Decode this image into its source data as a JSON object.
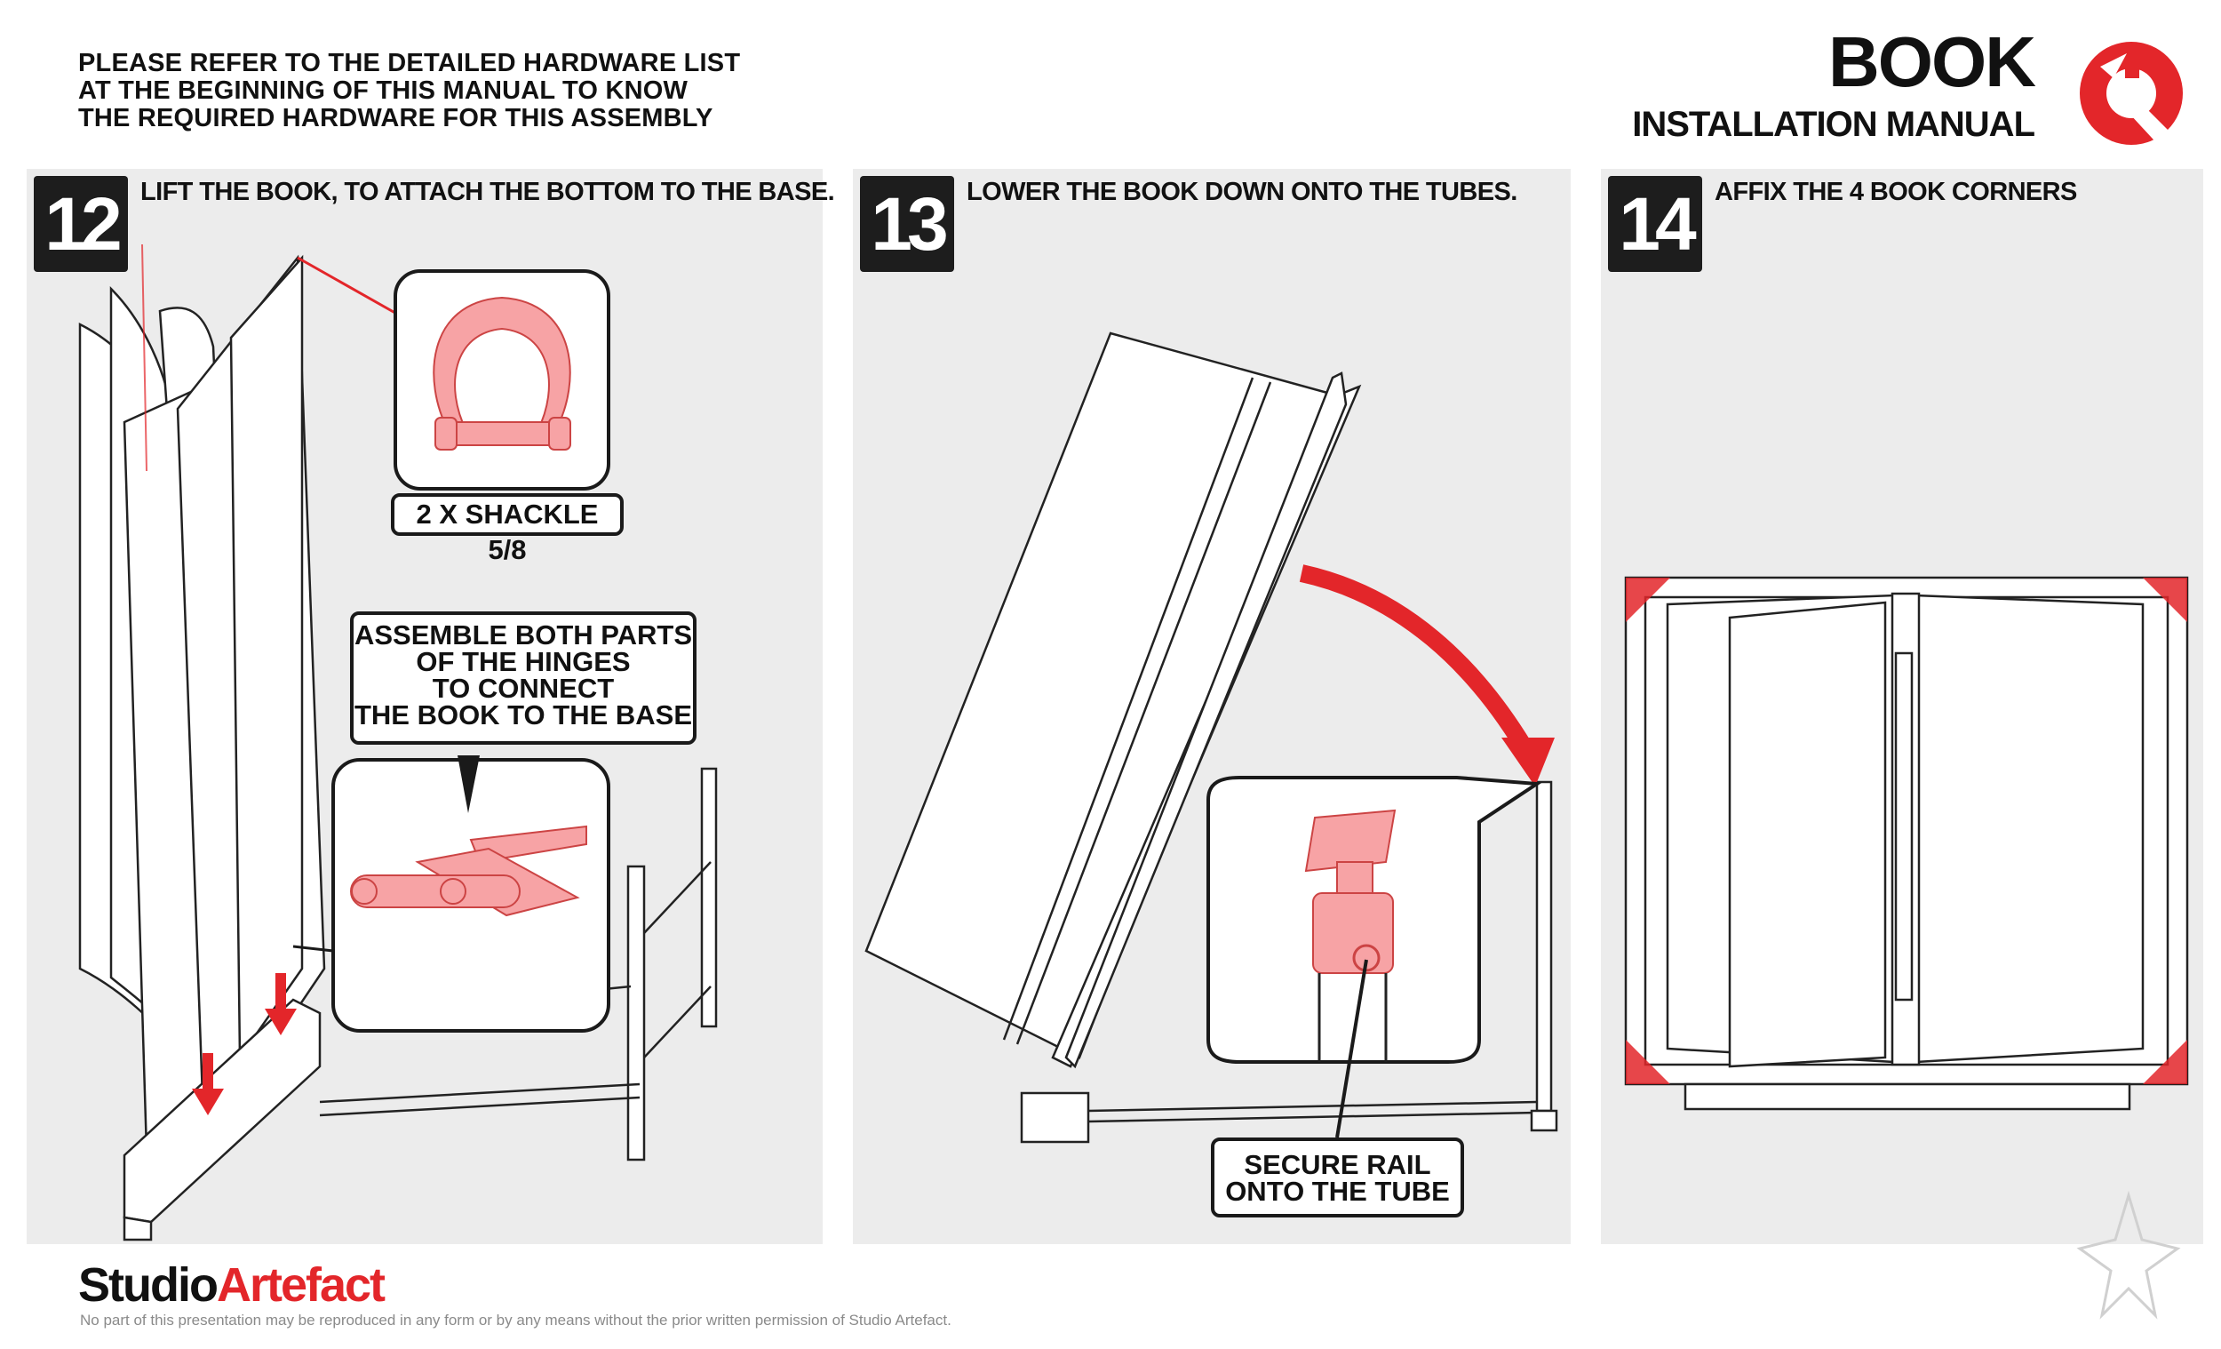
{
  "header": {
    "note_lines": [
      "PLEASE REFER TO THE DETAILED HARDWARE LIST",
      "AT THE BEGINNING OF THIS MANUAL TO KNOW",
      "THE REQUIRED HARDWARE FOR THIS ASSEMBLY"
    ],
    "title": "BOOK",
    "subtitle": "INSTALLATION MANUAL",
    "logo_icon": "wrench-logo-icon"
  },
  "colors": {
    "accent": "#e3262a",
    "badge": "#1d1d1d",
    "panel": "#ececec",
    "highlight": "#f7a3a5"
  },
  "steps": [
    {
      "number": "12",
      "title": "LIFT THE BOOK, TO ATTACH THE BOTTOM TO THE BASE.",
      "callouts": [
        {
          "label": "2 X SHACKLE 5/8"
        },
        {
          "lines": [
            "ASSEMBLE BOTH PARTS",
            "OF THE HINGES",
            "TO CONNECT",
            "THE BOOK TO THE BASE"
          ]
        }
      ]
    },
    {
      "number": "13",
      "title": "LOWER THE BOOK DOWN ONTO THE TUBES.",
      "callouts": [
        {
          "lines": [
            "SECURE RAIL",
            "ONTO THE TUBE"
          ]
        }
      ]
    },
    {
      "number": "14",
      "title": "AFFIX THE 4 BOOK CORNERS",
      "callouts": []
    }
  ],
  "footer": {
    "brand_part1": "Studio",
    "brand_part2": "Artefact",
    "note": "No part of this presentation may be reproduced in any form or by any means without the prior written permission of Studio Artefact."
  }
}
